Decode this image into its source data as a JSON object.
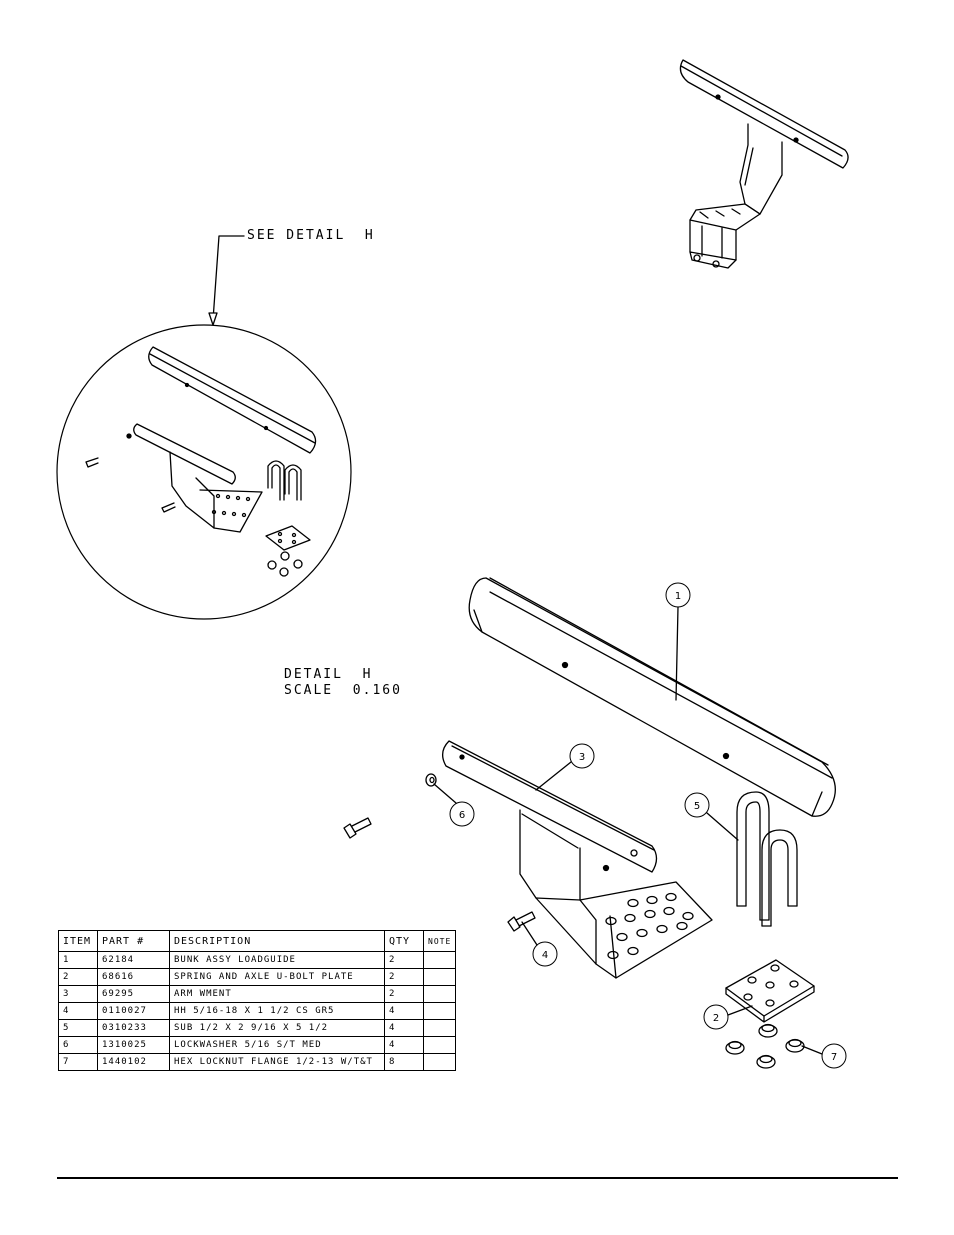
{
  "labels": {
    "see_detail": "SEE DETAIL  H",
    "detail_title": "DETAIL  H",
    "detail_scale": "SCALE  0.160"
  },
  "callouts": [
    "1",
    "2",
    "3",
    "4",
    "5",
    "6",
    "7"
  ],
  "bom": {
    "headers": [
      "ITEM",
      "PART #",
      "DESCRIPTION",
      "QTY",
      "NOTE"
    ],
    "rows": [
      {
        "item": "1",
        "part": "62184",
        "desc": "BUNK ASSY   LOADGUIDE",
        "qty": "2",
        "note": ""
      },
      {
        "item": "2",
        "part": "68616",
        "desc": "SPRING AND AXLE U-BOLT PLATE",
        "qty": "2",
        "note": ""
      },
      {
        "item": "3",
        "part": "69295",
        "desc": "ARM WMENT",
        "qty": "2",
        "note": ""
      },
      {
        "item": "4",
        "part": "0110027",
        "desc": "HH 5/16-18 X 1 1/2 CS GR5",
        "qty": "4",
        "note": ""
      },
      {
        "item": "5",
        "part": "0310233",
        "desc": "SUB 1/2 X 2 9/16 X 5 1/2",
        "qty": "4",
        "note": ""
      },
      {
        "item": "6",
        "part": "1310025",
        "desc": "LOCKWASHER 5/16 S/T MED",
        "qty": "4",
        "note": ""
      },
      {
        "item": "7",
        "part": "1440102",
        "desc": "HEX LOCKNUT FLANGE 1/2-13 W/T&T",
        "qty": "8",
        "note": ""
      }
    ]
  }
}
